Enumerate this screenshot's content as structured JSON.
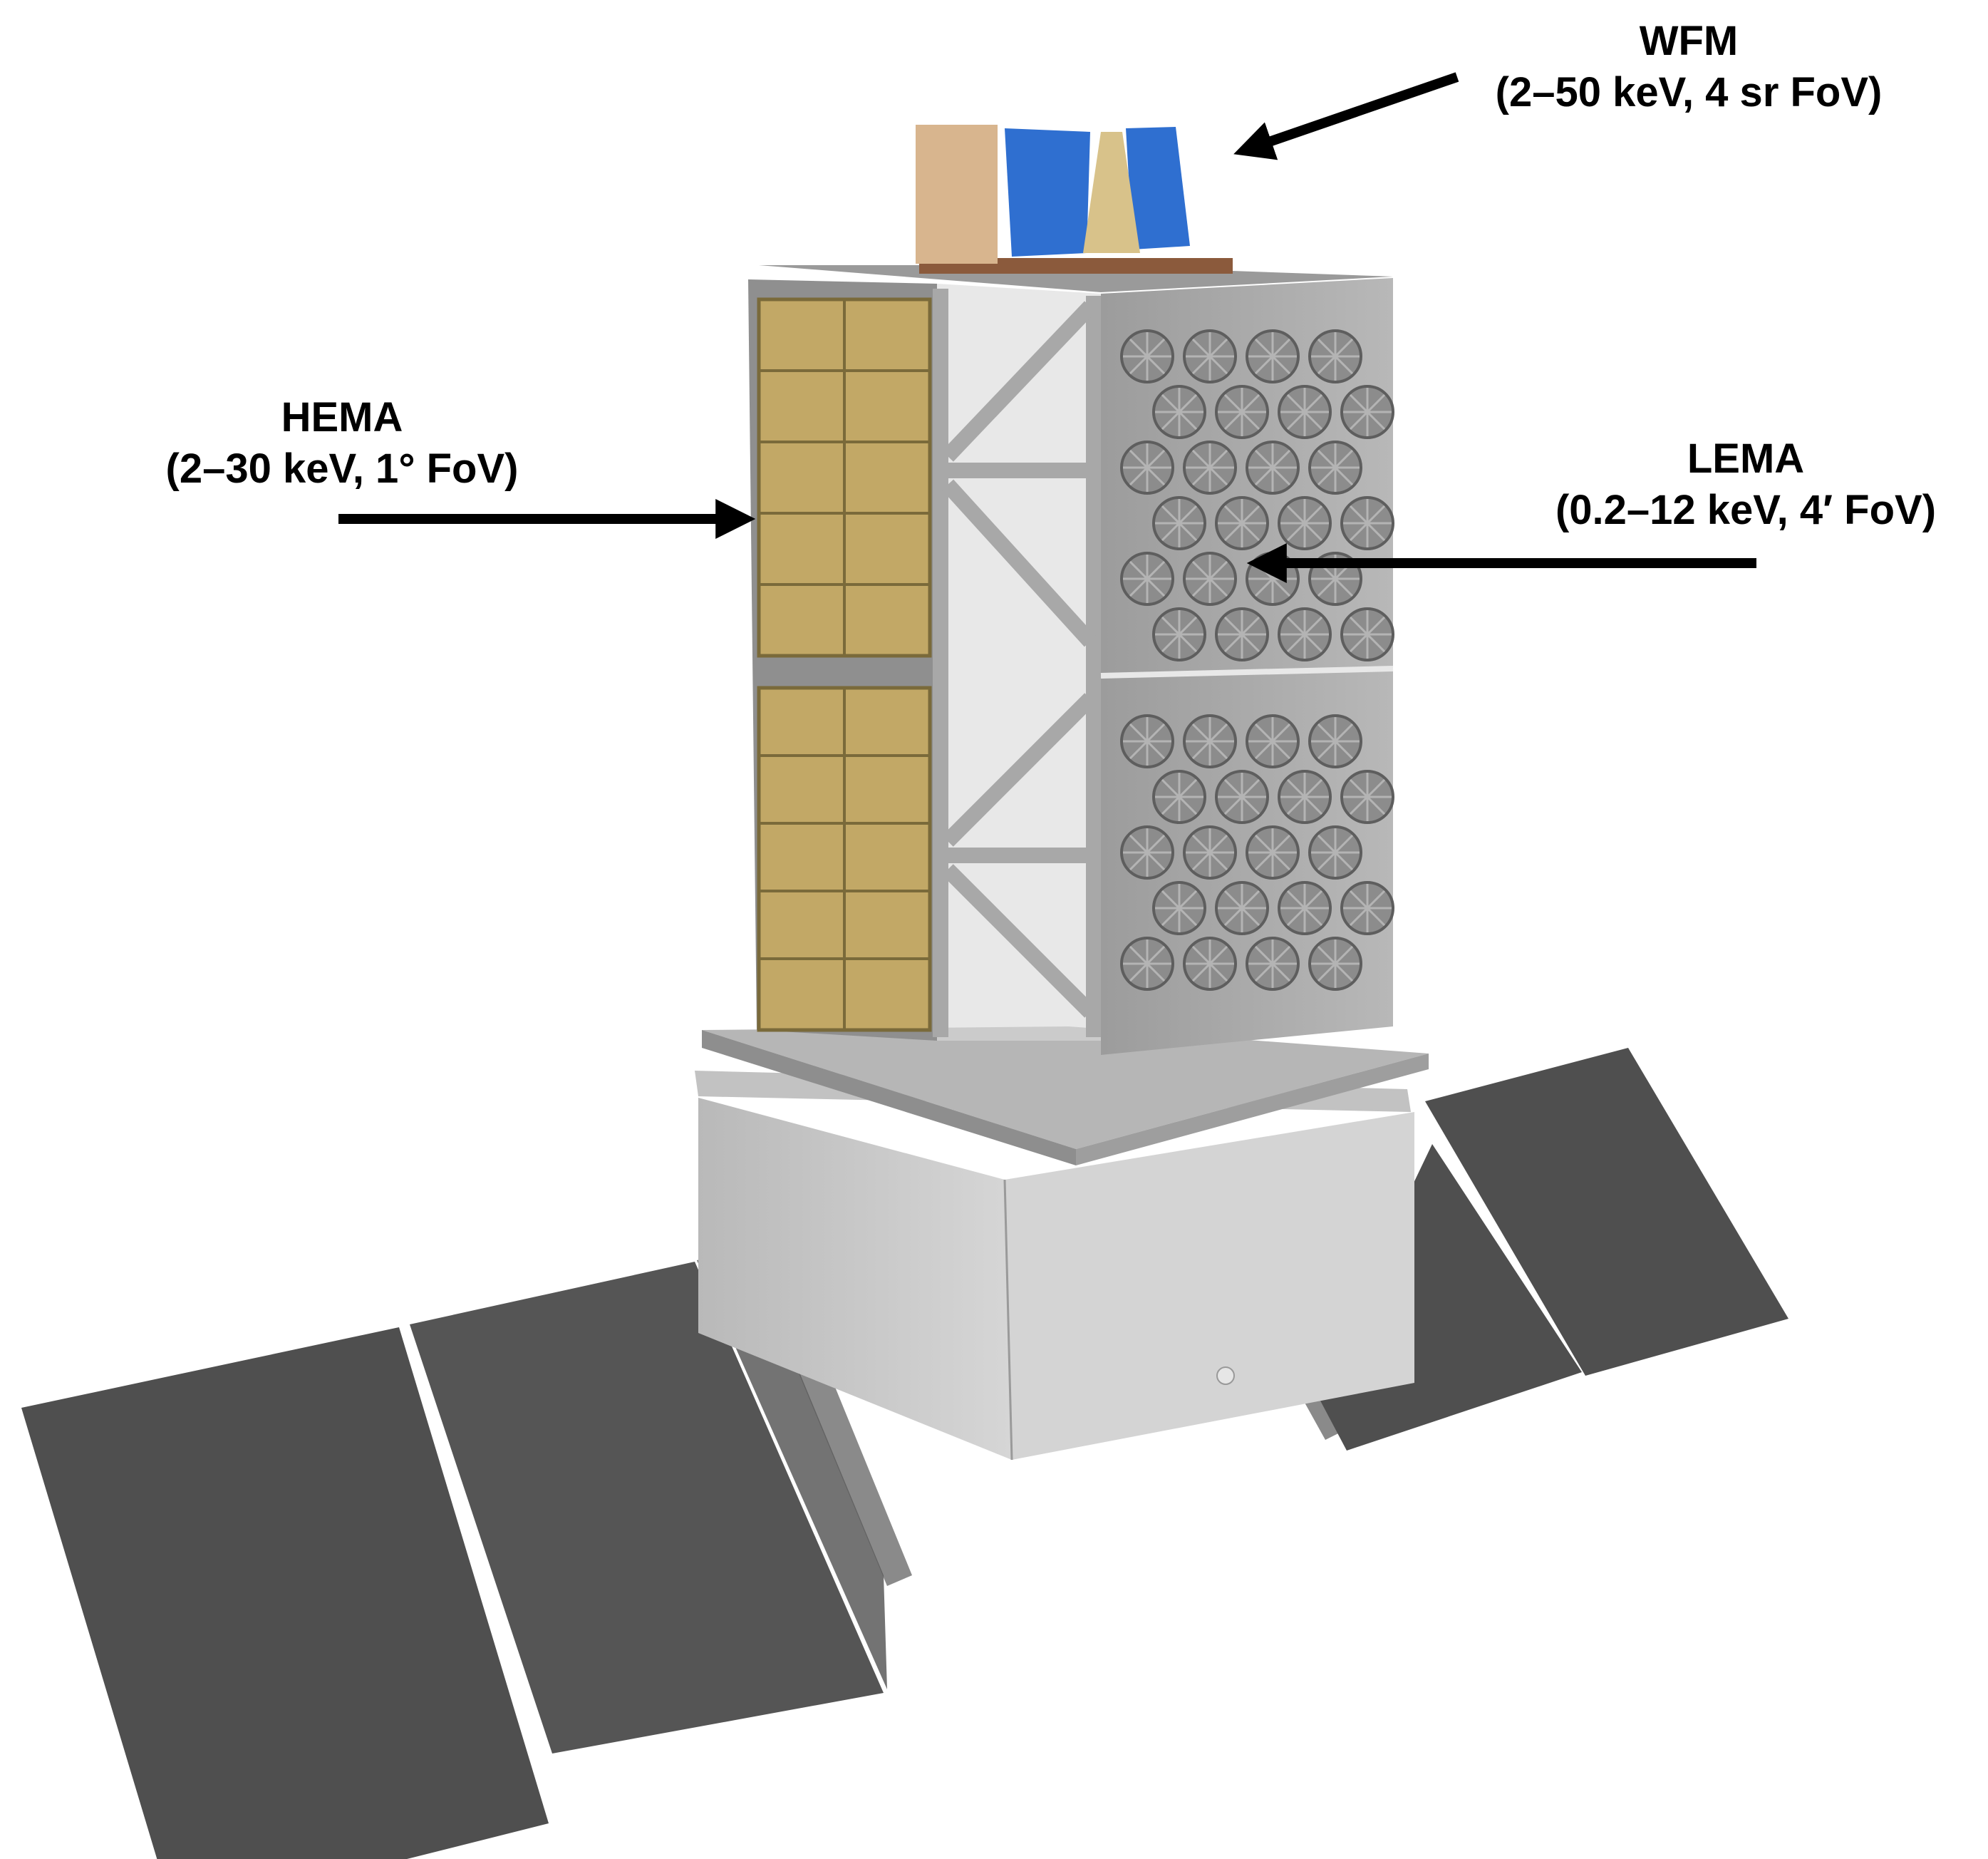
{
  "labels": {
    "wfm": {
      "name": "WFM",
      "detail": "(2–50 keV, 4 sr FoV)"
    },
    "hema": {
      "name": "HEMA",
      "detail": "(2–30 keV, 1° FoV)"
    },
    "lema": {
      "name": "LEMA",
      "detail": "(0.2–12 keV, 4′ FoV)"
    }
  },
  "colors": {
    "frame": "#a9a9a9",
    "frame_dark": "#6e6e6e",
    "panel_gold": "#c2a866",
    "wfm_blue": "#2f6fd0",
    "solar_panel": "#4f4f4f",
    "bus_box": "#c8c8c8",
    "arrow": "#000000"
  }
}
